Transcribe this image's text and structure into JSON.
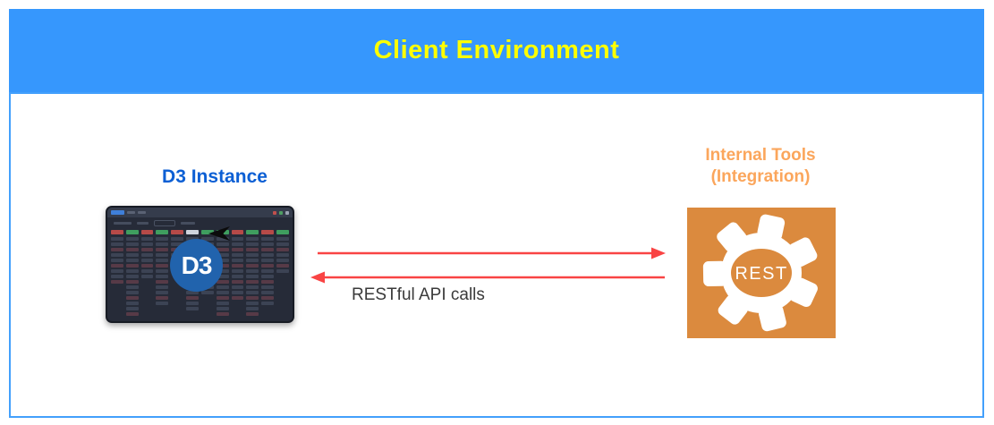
{
  "header": {
    "title": "Client Environment"
  },
  "d3_instance": {
    "label": "D3 Instance",
    "logo_text": "D3"
  },
  "internal_tools": {
    "label_line1": "Internal Tools",
    "label_line2": "(Integration)",
    "gear_label": "REST"
  },
  "connection": {
    "label": "RESTful API calls"
  },
  "colors": {
    "header_bg": "#3697FD",
    "header_text": "#FFFF00",
    "panel_border": "#43A0FC",
    "d3_label": "#0C5FD4",
    "d3_logo_bg": "#2163AD",
    "board_bg": "#262B38",
    "tools_label": "#FBA65C",
    "rest_box_bg": "#DB8A3E",
    "arrow": "#F94444",
    "api_label": "#3A3A3A"
  },
  "d3_screenshot": {
    "columns": [
      {
        "chip": "red",
        "rows": 9
      },
      {
        "chip": "green",
        "rows": 15
      },
      {
        "chip": "red",
        "rows": 8
      },
      {
        "chip": "green",
        "rows": 13
      },
      {
        "chip": "red",
        "rows": 6
      },
      {
        "chip": "white",
        "rows": 14
      },
      {
        "chip": "green",
        "rows": 11
      },
      {
        "chip": "green",
        "rows": 15
      },
      {
        "chip": "red",
        "rows": 12
      },
      {
        "chip": "green",
        "rows": 15
      },
      {
        "chip": "red",
        "rows": 13
      },
      {
        "chip": "green",
        "rows": 7
      }
    ]
  }
}
